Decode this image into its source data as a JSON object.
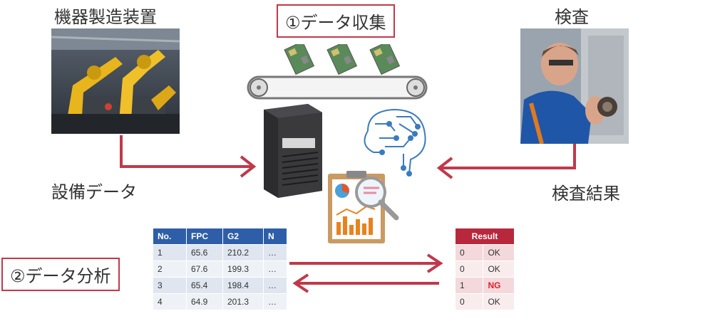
{
  "labels": {
    "manufacturing": "機器製造装置",
    "collection": "①データ収集",
    "inspection": "検査",
    "equipment_data": "設備データ",
    "inspection_result": "検査結果",
    "analysis": "②データ分析"
  },
  "data_table": {
    "headers": [
      "No.",
      "FPC",
      "G2",
      "N"
    ],
    "rows": [
      [
        "1",
        "65.6",
        "210.2",
        "…"
      ],
      [
        "2",
        "67.6",
        "199.3",
        "…"
      ],
      [
        "3",
        "65.4",
        "198.4",
        "…"
      ],
      [
        "4",
        "64.9",
        "201.3",
        "…"
      ]
    ]
  },
  "result_table": {
    "header": "Result",
    "rows": [
      [
        "0",
        "OK"
      ],
      [
        "0",
        "OK"
      ],
      [
        "1",
        "NG"
      ],
      [
        "0",
        "OK"
      ]
    ]
  },
  "colors": {
    "arrow": "#c0394b",
    "table_header": "#2e5ea8",
    "result_header": "#b8283c"
  }
}
